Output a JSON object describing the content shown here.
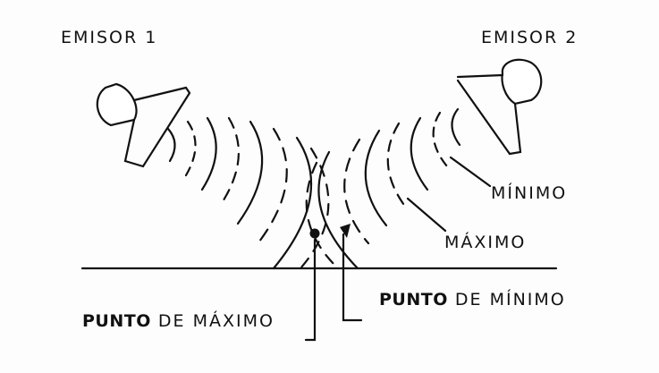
{
  "labels": {
    "emitter1": "EMISOR 1",
    "emitter2": "EMISOR 2",
    "minimum": "MÍNIMO",
    "maximum": "MÁXIMO",
    "max_point_bold": "PUNTO",
    "max_point_rest": " DE MÁXIMO",
    "min_point_bold": "PUNTO",
    "min_point_rest": " DE MÍNIMO"
  },
  "colors": {
    "ink": "#111111",
    "paper": "#fdfdfd"
  }
}
